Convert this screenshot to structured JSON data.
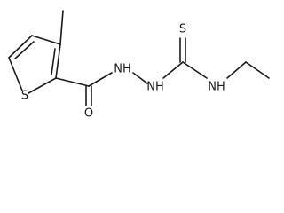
{
  "molecule": {
    "atoms": {
      "ring_sulfur": "S",
      "carbonyl_oxygen": "O",
      "hydrazide_nh_1": "NH",
      "hydrazide_nh_2": "NH",
      "thiocarbonyl_sulfur": "S",
      "ethylamino_nh": "NH"
    }
  },
  "colors": {
    "bond": "#1a1a1a",
    "text": "#1a1a1a",
    "background": "#ffffff"
  }
}
